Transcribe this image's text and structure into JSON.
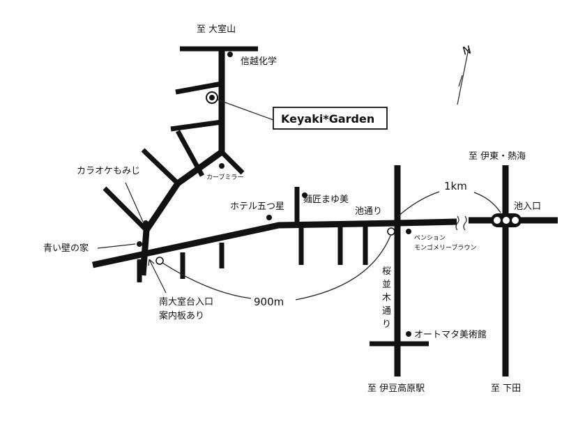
{
  "directions": {
    "north_mark": "N",
    "to_omuroyama": "至 大室山",
    "to_ito_atami": "至 伊東・熱海",
    "to_izukogen_station": "至 伊豆高原駅",
    "to_shimoda": "至 下田"
  },
  "destination": {
    "label": "Keyaki*Garden"
  },
  "landmarks": {
    "shinetsu": "信越化学",
    "curve_mirror": "カーブミラー",
    "karaoke": "カラオケもみじ",
    "hotel": "ホテル五つ星",
    "menshou": "麺匠まゆ美",
    "ike_dori": "池通り",
    "pension_line1": "ペンション",
    "pension_line2": "モンゴメリーブラウン",
    "aoi_kabe": "青い壁の家",
    "minami_line1": "南大室台入口",
    "minami_line2": "案内板あり",
    "sakura": [
      "桜",
      "並",
      "木",
      "通",
      "り"
    ],
    "museum": "オートマタ美術館",
    "ikenoiriguchi": "池入口"
  },
  "distances": {
    "d1": "1km",
    "d2": "900m"
  }
}
